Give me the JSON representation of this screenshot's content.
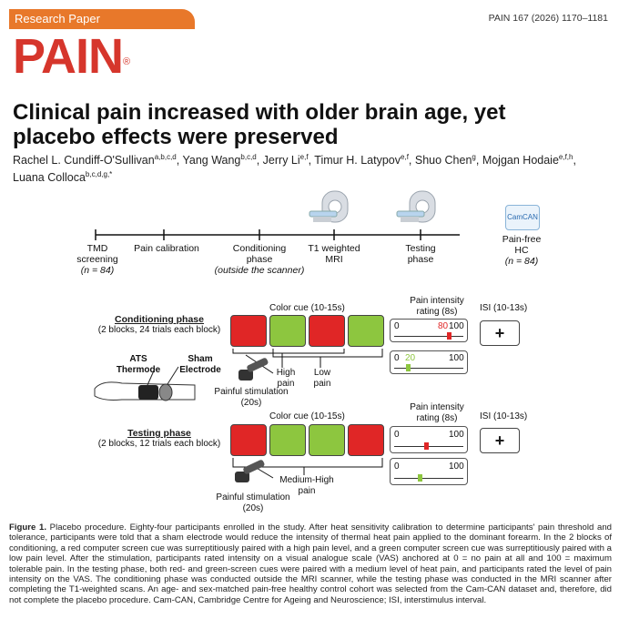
{
  "header": {
    "banner": "Research Paper",
    "logo": "PAIN",
    "logo_mark": "®",
    "citation": "PAIN 167 (2026) 1170–1181"
  },
  "title": {
    "line1": "Clinical pain increased with older brain age, yet",
    "line2": "placebo effects were preserved"
  },
  "authors": {
    "line1": [
      {
        "name": "Rachel L. Cundiff-O'Sullivan",
        "sup": "a,b,c,d"
      },
      {
        "name": ", Yang Wang",
        "sup": "b,c,d"
      },
      {
        "name": ", Jerry Li",
        "sup": "e,f"
      },
      {
        "name": ", Timur H. Latypov",
        "sup": "e,f"
      },
      {
        "name": ", Shuo Chen",
        "sup": "g"
      },
      {
        "name": ", Mojgan Hodaie",
        "sup": "e,f,h"
      },
      {
        "name": ",",
        "sup": ""
      }
    ],
    "line2": [
      {
        "name": "Luana Colloca",
        "sup": "b,c,d,g,*"
      }
    ]
  },
  "timeline": {
    "tmd_line1": "TMD",
    "tmd_line2": "screening",
    "tmd_n": "(n = 84)",
    "pain_calibration": "Pain calibration",
    "conditioning_line1": "Conditioning",
    "conditioning_line2": "phase",
    "conditioning_note": "(outside the scanner)",
    "t1_line1": "T1 weighted",
    "t1_line2": "MRI",
    "testing_line1": "Testing",
    "testing_line2": "phase",
    "hc_line1": "Pain-free",
    "hc_line2": "HC",
    "hc_n": "(n = 84)",
    "camcan": "CamCAN"
  },
  "conditioning": {
    "title": "Conditioning phase",
    "subtitle": "(2 blocks, 24 trials each block)",
    "color_cue": "Color cue (10-15s)",
    "rating_line1": "Pain intensity",
    "rating_line2": "rating (8s)",
    "isi": "ISI (10-13s)",
    "vas1": {
      "min": "0",
      "value": "80",
      "max": "100",
      "value_num": 80
    },
    "vas2": {
      "min": "0",
      "value": "20",
      "max": "100",
      "value_num": 20
    },
    "high_pain_1": "High",
    "high_pain_2": "pain",
    "low_pain_1": "Low",
    "low_pain_2": "pain",
    "ats_1": "ATS",
    "ats_2": "Thermode",
    "sham_1": "Sham",
    "sham_2": "Electrode",
    "stim_1": "Painful stimulation",
    "stim_2": "(20s)",
    "plus": "+"
  },
  "testing": {
    "title": "Testing phase",
    "subtitle": "(2 blocks, 12 trials each block)",
    "color_cue": "Color cue (10-15s)",
    "rating_line1": "Pain intensity",
    "rating_line2": "rating (8s)",
    "isi": "ISI (10-13s)",
    "vas1": {
      "min": "0",
      "max": "100",
      "value_num": 47
    },
    "vas2": {
      "min": "0",
      "max": "100",
      "value_num": 37
    },
    "medhigh_1": "Medium-High",
    "medhigh_2": "pain",
    "stim_1": "Painful stimulation",
    "stim_2": "(20s)",
    "plus": "+"
  },
  "colors": {
    "accent": "#e8782a",
    "logo": "#d6362c",
    "red_cue": "#e02626",
    "green_cue": "#8dc63f"
  },
  "caption": {
    "label": "Figure 1.",
    "text": " Placebo procedure. Eighty-four participants enrolled in the study. After heat sensitivity calibration to determine participants' pain threshold and tolerance, participants were told that a sham electrode would reduce the intensity of thermal heat pain applied to the dominant forearm. In the 2 blocks of conditioning, a red computer screen cue was surreptitiously paired with a high pain level, and a green computer screen cue was surreptitiously paired with a low pain level. After the stimulation, participants rated intensity on a visual analogue scale (VAS) anchored at 0 = no pain at all and 100 = maximum tolerable pain. In the testing phase, both red- and green-screen cues were paired with a medium level of heat pain, and participants rated the level of pain intensity on the VAS. The conditioning phase was conducted outside the MRI scanner, while the testing phase was conducted in the MRI scanner after completing the T1-weighted scans. An age- and sex-matched pain-free healthy control cohort was selected from the Cam-CAN dataset and, therefore, did not complete the placebo procedure. Cam-CAN, Cambridge Centre for Ageing and Neuroscience; ISI, interstimulus interval."
  }
}
